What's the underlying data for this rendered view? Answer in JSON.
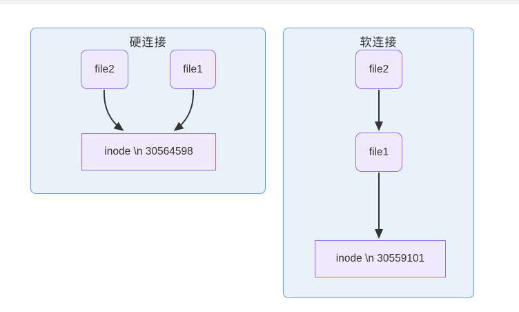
{
  "diagram": {
    "type": "flowchart",
    "clusters": [
      {
        "id": "hard-link",
        "title": "硬连接",
        "nodes": [
          {
            "id": "file2",
            "label": "file2",
            "shape": "rounded"
          },
          {
            "id": "file1",
            "label": "file1",
            "shape": "rounded"
          },
          {
            "id": "inode",
            "label": "inode \\n 30564598",
            "shape": "rect"
          }
        ],
        "edges": [
          {
            "from": "file2",
            "to": "inode",
            "style": "curved-arrow"
          },
          {
            "from": "file1",
            "to": "inode",
            "style": "curved-arrow"
          }
        ]
      },
      {
        "id": "soft-link",
        "title": "软连接",
        "nodes": [
          {
            "id": "file2",
            "label": "file2",
            "shape": "rounded"
          },
          {
            "id": "file1",
            "label": "file1",
            "shape": "rounded"
          },
          {
            "id": "inode",
            "label": "inode \\n 30559101",
            "shape": "rect"
          }
        ],
        "edges": [
          {
            "from": "file2",
            "to": "file1",
            "style": "straight-arrow"
          },
          {
            "from": "file1",
            "to": "inode",
            "style": "straight-arrow"
          }
        ]
      }
    ],
    "colors": {
      "cluster_fill": "#e9f1fb",
      "cluster_border": "#6e96c8",
      "node_fill": "#efeafb",
      "node_border": "#9370db",
      "edge": "#333333",
      "text": "#333333",
      "top_strip": "#f3f3f3"
    }
  }
}
